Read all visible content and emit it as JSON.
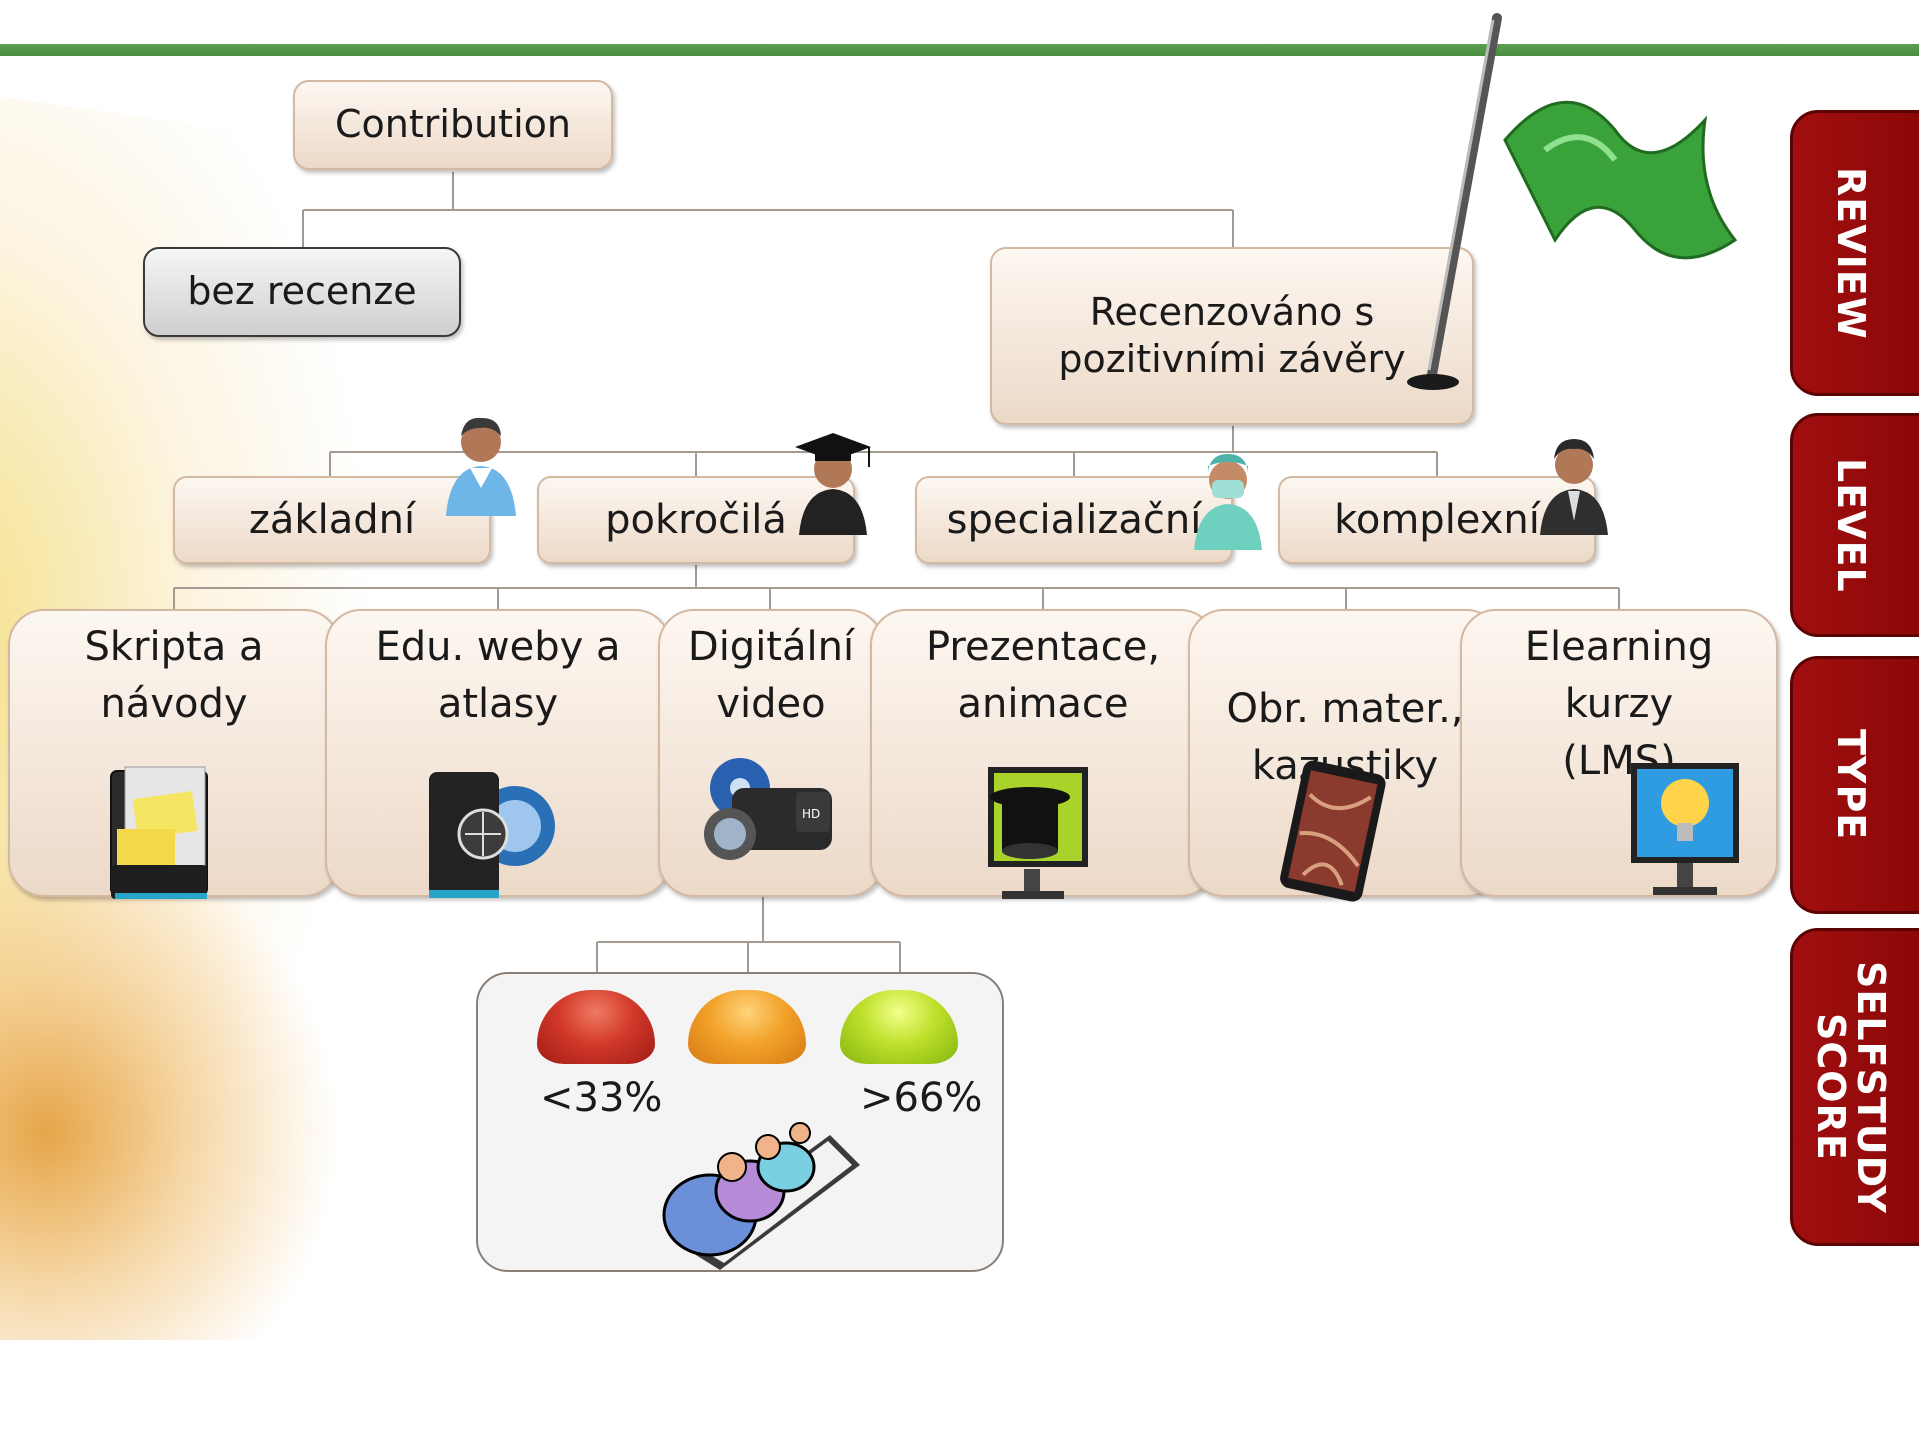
{
  "root": {
    "label": "Contribution"
  },
  "review": {
    "unreviewed": "bez recenze",
    "reviewed": "Recenzováno s pozitivními závěry"
  },
  "levels": [
    {
      "label": "základní"
    },
    {
      "label": "pokročilá"
    },
    {
      "label": "specializační"
    },
    {
      "label": "komplexní"
    }
  ],
  "types": [
    {
      "lines": [
        "Skripta a",
        "návody"
      ]
    },
    {
      "lines": [
        "Edu. weby a",
        "atlasy"
      ]
    },
    {
      "lines": [
        "Digitální",
        "video"
      ]
    },
    {
      "lines": [
        "Prezentace,",
        "animace"
      ]
    },
    {
      "lines": [
        "Obr. mater.,",
        "kazustiky"
      ]
    },
    {
      "lines": [
        "Elearning",
        "kurzy",
        "(LMS)"
      ]
    }
  ],
  "selfstudy": {
    "low": "<33%",
    "high": ">66%"
  },
  "tabs": [
    {
      "label": "REVIEW"
    },
    {
      "label": "LEVEL"
    },
    {
      "label": "TYPE"
    },
    {
      "label": "SELFSTUDY\nSCORE"
    }
  ],
  "colors": {
    "tab_red": "#8b0a0a",
    "rule_green": "#4a8c3f",
    "node_fill": "#f2e4d6",
    "dome_red": "#d2382a",
    "dome_orange": "#f2a22a",
    "dome_green": "#bde02a"
  },
  "icons": [
    "flag-icon",
    "user-icon",
    "graduate-icon",
    "surgeon-icon",
    "businessman-icon",
    "document-folder-icon",
    "globe-folder-icon",
    "camcorder-icon",
    "magic-hat-monitor-icon",
    "tablet-icon",
    "lightbulb-monitor-icon",
    "students-icon"
  ]
}
